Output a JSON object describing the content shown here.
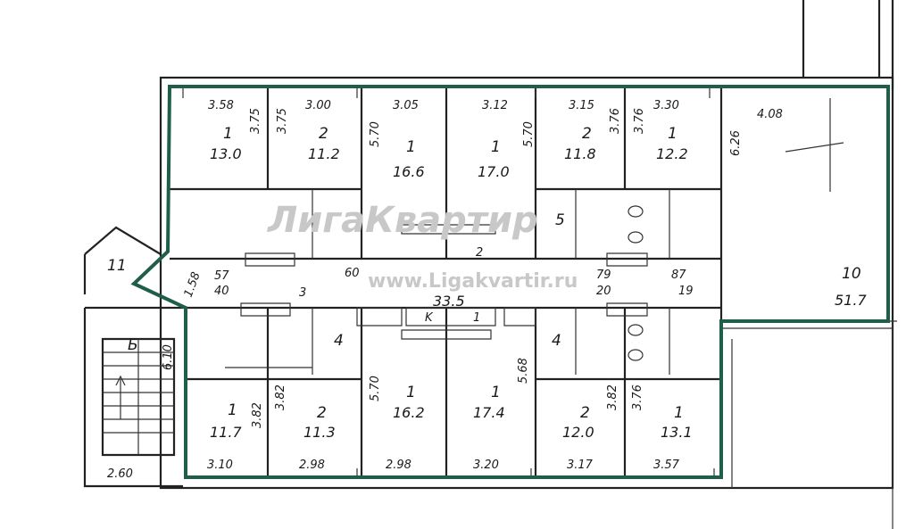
{
  "plan": {
    "accent_outline": "#1f5f4a",
    "watermark": {
      "logo": "ЛигаКвартир",
      "url": "www.Ligakvartir.ru"
    },
    "top_rooms": [
      {
        "width": "3.58",
        "depth": "3.75",
        "number": "1",
        "area": "13.0"
      },
      {
        "width": "3.00",
        "depth": "3.75",
        "number": "2",
        "area": "11.2"
      },
      {
        "width": "3.05",
        "depth": "5.70",
        "number": "1",
        "area": "16.6"
      },
      {
        "width": "3.12",
        "depth": "5.70",
        "number": "1",
        "area": "17.0"
      },
      {
        "width": "3.15",
        "depth": "3.76",
        "number": "2",
        "area": "11.8"
      },
      {
        "width": "3.30",
        "depth": "3.76",
        "number": "1",
        "area": "12.2"
      }
    ],
    "bottom_rooms": [
      {
        "width": "3.10",
        "depth": "3.82",
        "number": "1",
        "area": "11.7"
      },
      {
        "width": "2.98",
        "depth": "3.82",
        "number": "2",
        "area": "11.3"
      },
      {
        "width": "2.98",
        "depth": "5.70",
        "number": "1",
        "area": "16.2"
      },
      {
        "width": "3.20",
        "depth": "5.68",
        "number": "1",
        "area": "17.4"
      },
      {
        "width": "3.17",
        "depth": "3.82",
        "number": "2",
        "area": "12.0"
      },
      {
        "width": "3.57",
        "depth": "3.76",
        "number": "1",
        "area": "13.1"
      }
    ],
    "hall": {
      "width": "4.08",
      "depth": "6.26",
      "number": "10",
      "area": "51.7"
    },
    "corridor": {
      "area": "33.5",
      "marks": [
        "1.58",
        "57",
        "40",
        "60",
        "3",
        "79",
        "20",
        "87",
        "19",
        "2",
        "1",
        "K"
      ]
    },
    "service_rooms": [
      "5",
      "4",
      "4"
    ],
    "stair": {
      "label": "Б",
      "number": "11",
      "width": "2.60",
      "depth": "6.10"
    }
  }
}
